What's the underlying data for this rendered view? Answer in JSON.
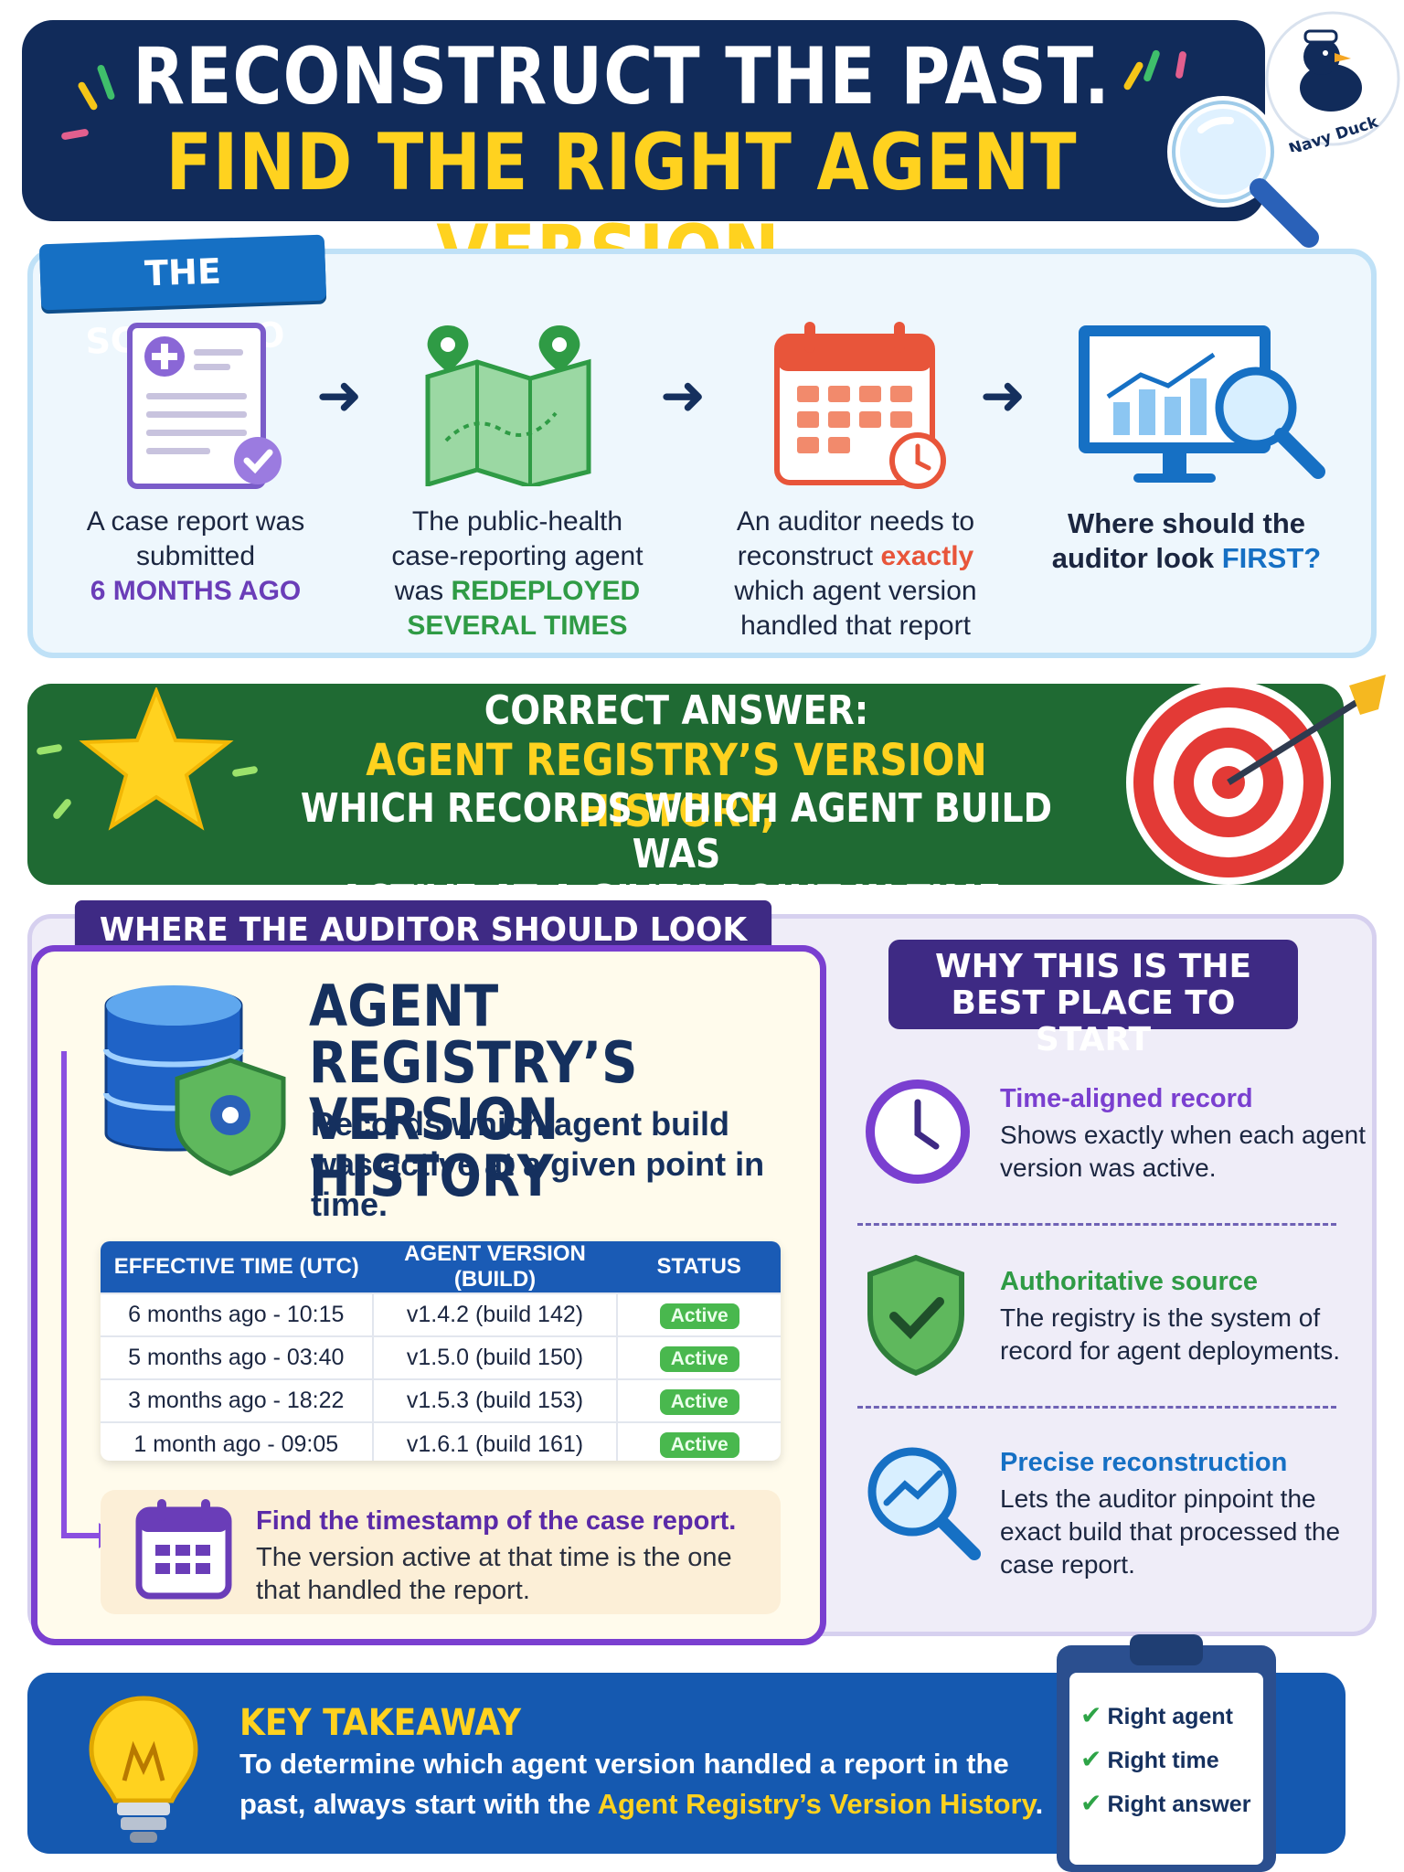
{
  "header": {
    "line1": "RECONSTRUCT THE PAST.",
    "line2": "FIND THE RIGHT AGENT VERSION.",
    "logo_text": "Navy Duck"
  },
  "scenario": {
    "tag": "THE SCENARIO",
    "steps": [
      {
        "icon": "case-report-icon",
        "pre": "A case report was submitted",
        "highlight": "6 MONTHS AGO",
        "post": "",
        "highlight_color": "#6a3db8"
      },
      {
        "icon": "map-icon",
        "pre": "The public-health case-reporting agent was",
        "highlight": "REDEPLOYED SEVERAL TIMES",
        "post": "",
        "highlight_color": "#2f9b45"
      },
      {
        "icon": "calendar-clock-icon",
        "pre": "An auditor needs to reconstruct",
        "highlight": "exactly",
        "post": "which agent version handled that report",
        "highlight_color": "#e8553a"
      },
      {
        "icon": "monitor-chart-icon",
        "pre": "Where should the auditor look",
        "highlight": "FIRST?",
        "post": "",
        "highlight_color": "#1670c4"
      }
    ]
  },
  "answer": {
    "label": "CORRECT ANSWER:",
    "main": "AGENT REGISTRY’S VERSION HISTORY,",
    "sub_line1": "WHICH RECORDS WHICH AGENT BUILD WAS",
    "sub_line2": "ACTIVE AT A GIVEN POINT IN TIME."
  },
  "look": {
    "tag": "WHERE THE AUDITOR SHOULD LOOK FIRST",
    "title_line1": "AGENT REGISTRY’S",
    "title_line2": "VERSION HISTORY",
    "desc": "Records which agent build was active at a given point in time.",
    "table": {
      "headers": [
        "EFFECTIVE TIME (UTC)",
        "AGENT VERSION (BUILD)",
        "STATUS"
      ],
      "rows": [
        [
          "6 months ago - 10:15",
          "v1.4.2 (build 142)",
          "Active"
        ],
        [
          "5 months ago - 03:40",
          "v1.5.0 (build 150)",
          "Active"
        ],
        [
          "3 months ago - 18:22",
          "v1.5.3 (build 153)",
          "Active"
        ],
        [
          "1 month ago - 09:05",
          "v1.6.1 (build 161)",
          "Active"
        ]
      ]
    },
    "tip_title": "Find the timestamp of the case report.",
    "tip_text": "The version active at that time is the one that handled the report."
  },
  "why": {
    "tag_line1": "WHY THIS IS THE",
    "tag_line2": "BEST PLACE TO START",
    "items": [
      {
        "icon": "clock-icon",
        "title": "Time-aligned record",
        "text": "Shows exactly when each agent version was active.",
        "color": "#7a3fd0"
      },
      {
        "icon": "shield-check-icon",
        "title": "Authoritative source",
        "text": "The registry is the system of record for agent deployments.",
        "color": "#2f9b45"
      },
      {
        "icon": "trend-search-icon",
        "title": "Precise reconstruction",
        "text": "Lets the auditor pinpoint the exact build that processed the case report.",
        "color": "#1670c4"
      }
    ]
  },
  "takeaway": {
    "title": "KEY TAKEAWAY",
    "text_pre": "To determine which agent version handled a report in the past, always start with the",
    "text_highlight": "Agent Registry’s Version History",
    "text_post": ".",
    "checklist": [
      "Right agent",
      "Right time",
      "Right answer"
    ]
  }
}
